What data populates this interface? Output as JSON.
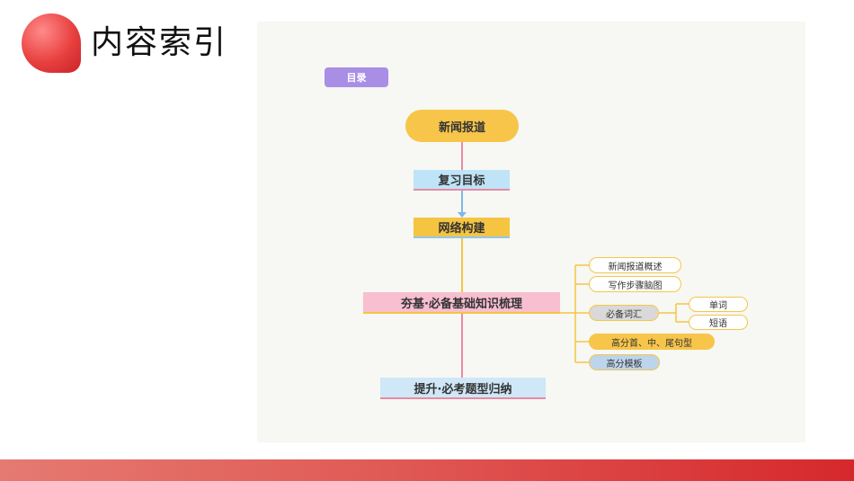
{
  "header": {
    "title": "内容索引"
  },
  "diagram": {
    "mulu": "目录",
    "root": "新闻报道",
    "fuxi": "复习目标",
    "wangluo": "网络构建",
    "hangji": "夯基·必备基础知识梳理",
    "tisheng": "提升·必考题型归纳",
    "branches": {
      "overview": "新闻报道概述",
      "steps": "写作步骤脑图",
      "vocab": "必备词汇",
      "sentences": "高分首、中、尾句型",
      "template": "高分模板"
    },
    "vocab_children": {
      "words": "单词",
      "phrases": "短语"
    }
  },
  "colors": {
    "accent_red": "#e8403f",
    "node_yellow": "#f6c54a",
    "node_purple": "#a98ee6",
    "node_blue": "#bfe4f7",
    "node_pink": "#f8bfd0"
  }
}
